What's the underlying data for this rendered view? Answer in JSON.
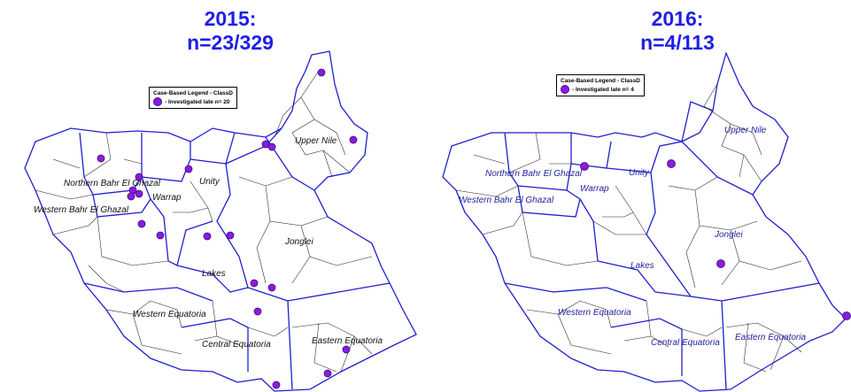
{
  "maps": [
    {
      "title_year": "2015:",
      "title_n": "n=23/329",
      "legend_title": "Case-Based Legend - ClassD",
      "legend_entry": "- Investigated late   n= 20",
      "regions": [
        "Upper Nile",
        "Northern Bahr El Ghazal",
        "Unity",
        "Warrap",
        "Western Bahr El Ghazal",
        "Jonglei",
        "Lakes",
        "Western Equatoria",
        "Central Equatoria",
        "Eastern Equatoria"
      ]
    },
    {
      "title_year": "2016:",
      "title_n": "n=4/113",
      "legend_title": "Case-Based Legend - ClassD",
      "legend_entry": "- Investigated late   n= 4",
      "regions": [
        "Upper Nile",
        "Northern Bahr El Ghazal",
        "Unity",
        "Western Bahr El Ghazal",
        "Warrap",
        "Jonglei",
        "Lakes",
        "Western Equatoria",
        "Central Equatoria",
        "Eastern Equatoria"
      ]
    }
  ],
  "point_color": "#8a1be0",
  "title_color": "#1f1fe6",
  "boundary_color": "#1f1fd0"
}
